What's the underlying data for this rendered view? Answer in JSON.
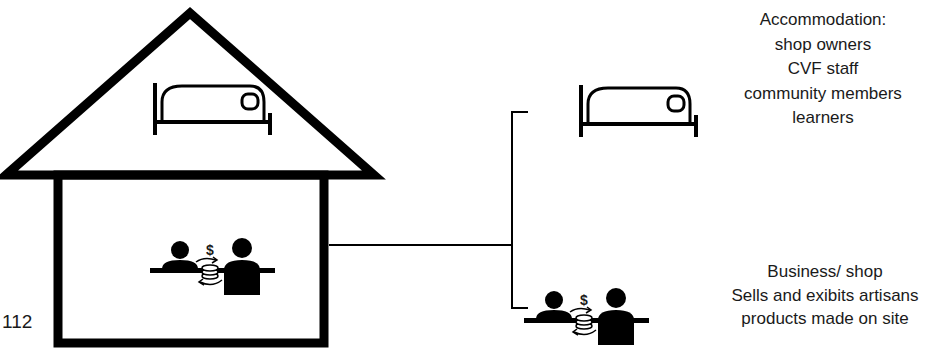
{
  "diagram": {
    "labels": [
      "Accommodation:",
      "shop owners",
      "CVF staff",
      "community members",
      "learners",
      "Business/ shop",
      "Sells and exibits artisans products made on site",
      "$",
      "$",
      "112"
    ]
  }
}
